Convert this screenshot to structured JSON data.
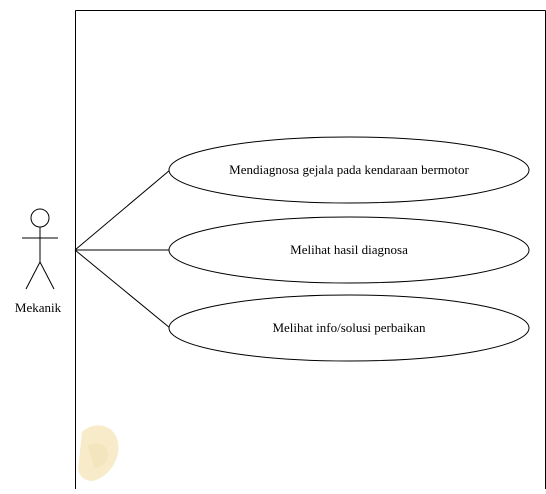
{
  "diagram": {
    "actor": {
      "label": "Mekanik"
    },
    "use_cases": [
      {
        "label": "Mendiagnosa gejala pada kendaraan bermotor"
      },
      {
        "label": "Melihat hasil diagnosa"
      },
      {
        "label": "Melihat info/solusi perbaikan"
      }
    ],
    "colors": {
      "line": "#000000",
      "background": "#ffffff",
      "watermark": "#f2dca0"
    }
  }
}
